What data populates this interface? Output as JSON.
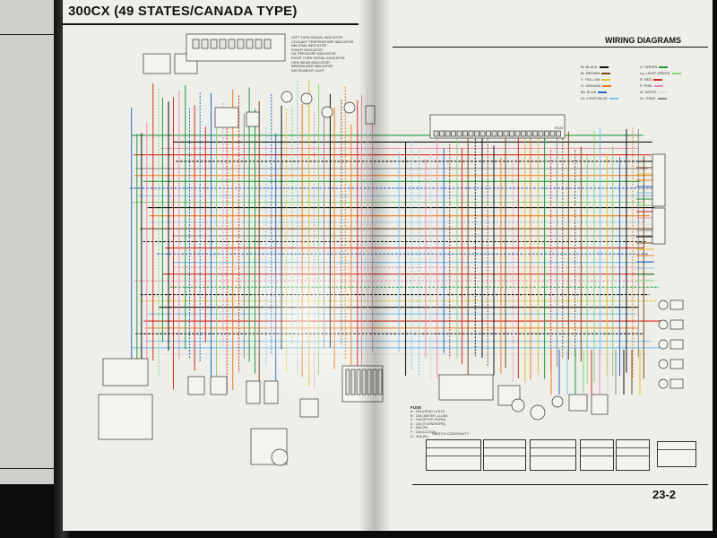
{
  "left_page": {
    "title": "300CX (49 STATES/CANADA TYPE)"
  },
  "right_page": {
    "section_title": "WIRING DIAGRAMS",
    "page_number": "23-2",
    "ecu_label": "ECM",
    "switch_continuity_title": "SWITCH CONTINUITY"
  },
  "fuse_box": {
    "title": "FUSE",
    "items": [
      "A : 15A (HEAD LIGHT)",
      "B : 10A (METER, LLUM)",
      "C : 10A (STOP, HORN)",
      "D : 10A (TURN/HORN)",
      "E : 20A (FI)",
      "F : 10A (CLOCK)",
      "G : 30A (FI)"
    ]
  },
  "indicators": [
    "LEFT TURN SIGNAL INDICATOR",
    "COOLANT TEMPERATURE INDICATOR",
    "NEUTRAL INDICATOR",
    "PGM-FI INDICATOR",
    "OIL PRESSURE INDICATOR",
    "RIGHT TURN SIGNAL INDICATOR",
    "HIGH BEAM INDICATOR",
    "IMMOBILIZER INDICATOR",
    "INSTRUMENT LIGHT"
  ],
  "wire_colors": [
    {
      "code": "Bl",
      "name": "BLACK",
      "hex": "#111111"
    },
    {
      "code": "Br",
      "name": "BROWN",
      "hex": "#7a4a1e"
    },
    {
      "code": "Y",
      "name": "YELLOW",
      "hex": "#d8c22a"
    },
    {
      "code": "O",
      "name": "ORANGE",
      "hex": "#ef7a1a"
    },
    {
      "code": "Bu",
      "name": "BLUE",
      "hex": "#2a63c4"
    },
    {
      "code": "Lb",
      "name": "LIGHT BLUE",
      "hex": "#7cc0ea"
    },
    {
      "code": "G",
      "name": "GREEN",
      "hex": "#1f9a3a"
    },
    {
      "code": "Lg",
      "name": "LIGHT GREEN",
      "hex": "#86d37a"
    },
    {
      "code": "R",
      "name": "RED",
      "hex": "#d42a22"
    },
    {
      "code": "P",
      "name": "PINK",
      "hex": "#e48cb4"
    },
    {
      "code": "W",
      "name": "WHITE",
      "hex": "#d9d9d9"
    },
    {
      "code": "Gr",
      "name": "GRAY",
      "hex": "#8c8c8c"
    }
  ]
}
